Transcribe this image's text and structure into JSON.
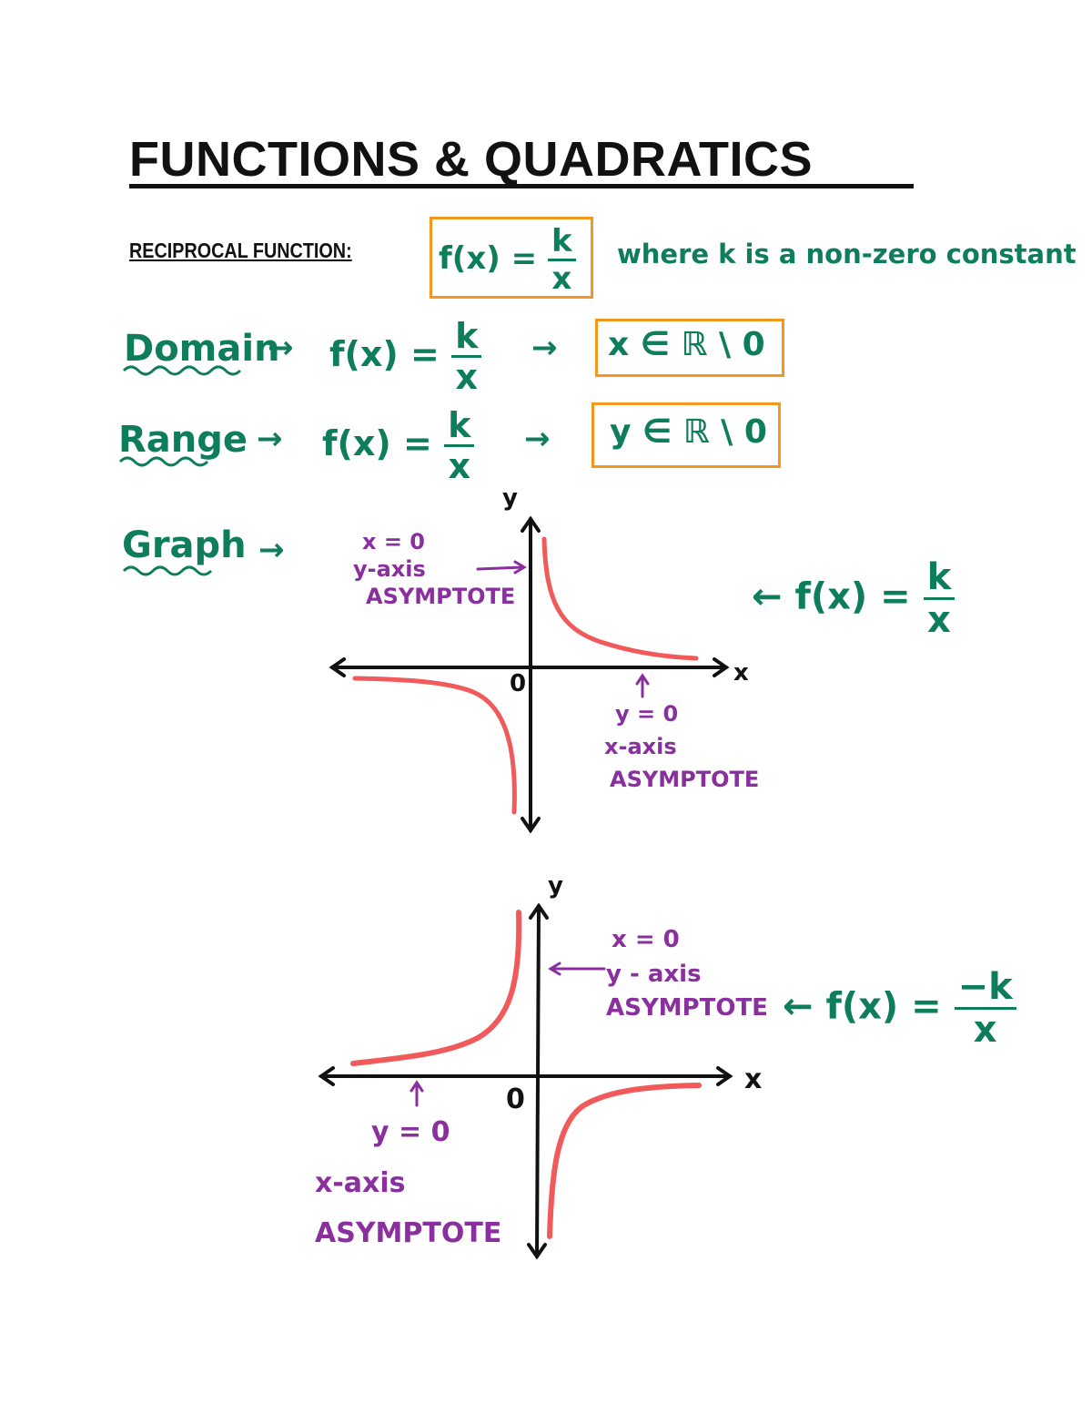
{
  "title": "FUNCTIONS & QUADRATICS",
  "section": "RECIPROCAL FUNCTION:",
  "definition": {
    "lhs": "f(x) =",
    "numerator": "k",
    "denominator": "x",
    "note": "where k is a non-zero constant"
  },
  "domain": {
    "label": "Domain",
    "arrow": "→",
    "lhs": "f(x) =",
    "numerator": "k",
    "denominator": "x",
    "result": "x ∈ ℝ \\ 0"
  },
  "range": {
    "label": "Range",
    "arrow": "→",
    "lhs": "f(x) =",
    "numerator": "k",
    "denominator": "x",
    "result": "y ∈ ℝ \\ 0"
  },
  "graph": {
    "label": "Graph",
    "arrow": "→"
  },
  "graph1": {
    "y_axis": "y",
    "x_axis": "x",
    "origin": "0",
    "vertical_asymptote": [
      "x = 0",
      "y-axis",
      "ASYMPTOTE"
    ],
    "horizontal_asymptote": [
      "y = 0",
      "x-axis",
      "ASYMPTOTE"
    ],
    "equation": {
      "lhs": "← f(x) =",
      "numerator": "k",
      "denominator": "x"
    }
  },
  "graph2": {
    "y_axis": "y",
    "x_axis": "x",
    "origin": "0",
    "vertical_asymptote": [
      "x = 0",
      "y - axis",
      "ASYMPTOTE"
    ],
    "horizontal_asymptote": [
      "y = 0",
      "x-axis",
      "ASYMPTOTE"
    ],
    "equation": {
      "lhs": "← f(x) =",
      "numerator": "−k",
      "denominator": "x"
    }
  },
  "colors": {
    "green": "#0e7d5b",
    "purple": "#8a2f9e",
    "curve": "#f05a5a",
    "box": "#f5961e"
  }
}
